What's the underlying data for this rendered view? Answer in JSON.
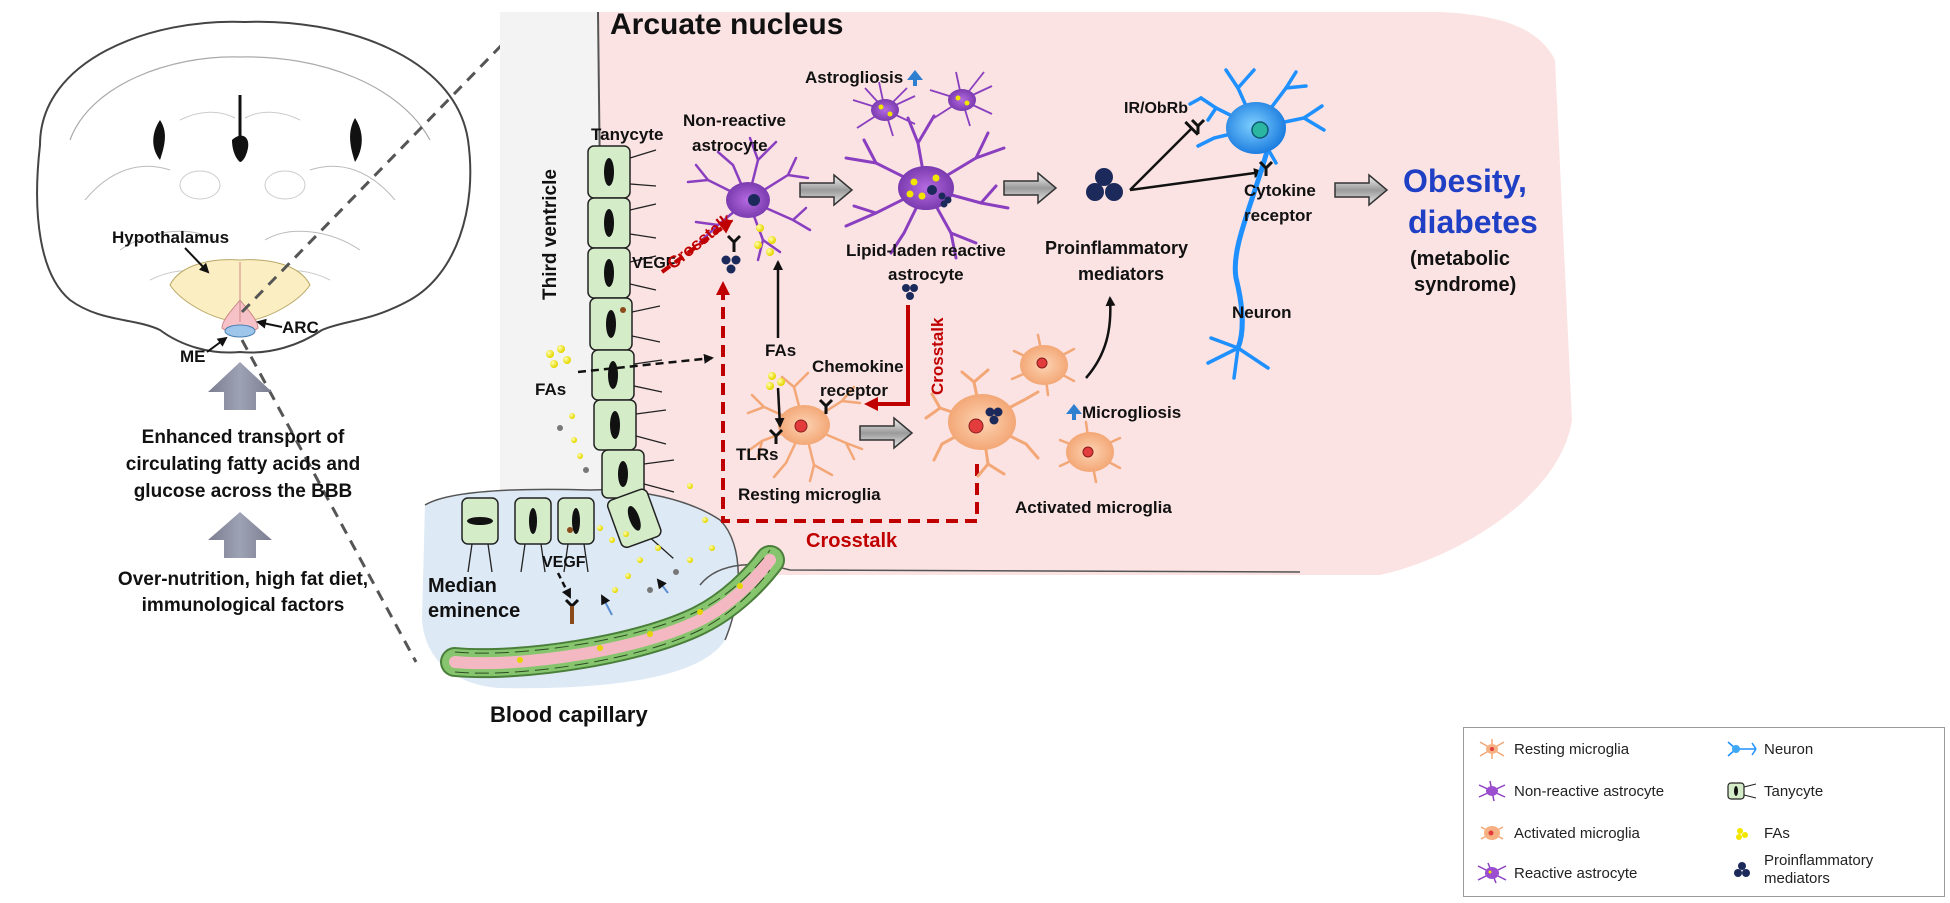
{
  "title": "Arcuate nucleus",
  "brain": {
    "hypothalamus": "Hypothalamus",
    "arc": "ARC",
    "me": "ME"
  },
  "left_flow": {
    "step1": [
      "Enhanced transport of",
      "circulating fatty acids and",
      "glucose across the BBB"
    ],
    "step2": [
      "Over-nutrition, high fat diet,",
      "immunological factors"
    ]
  },
  "labels": {
    "third_ventricle": "Third ventricle",
    "tanycyte": "Tanycyte",
    "vegf_upper": "VEGF",
    "vegf_lower": "VEGF",
    "fas_left": "FAs",
    "fas_center": "FAs",
    "tlrs": "TLRs",
    "median_eminence": [
      "Median",
      "eminence"
    ],
    "blood_capillary": "Blood capillary",
    "non_reactive_astrocyte": [
      "Non-reactive",
      "astrocyte"
    ],
    "astrogliosis": "Astrogliosis",
    "lipid_laden_astrocyte": [
      "Lipid-laden reactive",
      "astrocyte"
    ],
    "proinflammatory_mediators": [
      "Proinflammatory",
      "mediators"
    ],
    "ir_obrb": "IR/ObRb",
    "cytokine_receptor": [
      "Cytokine",
      "receptor"
    ],
    "neuron": "Neuron",
    "chemokine_receptor": [
      "Chemokine",
      "receptor"
    ],
    "resting_microglia": "Resting microglia",
    "activated_microglia": "Activated microglia",
    "microgliosis": "Microgliosis",
    "crosstalk_1": "Crosstalk",
    "crosstalk_2": "Crosstalk",
    "crosstalk_3": "Crosstalk"
  },
  "outcome": {
    "line1": "Obesity,",
    "line2": "diabetes",
    "line3": "(metabolic",
    "line4": "syndrome)"
  },
  "legend": {
    "resting_microglia": "Resting microglia",
    "neuron": "Neuron",
    "non_reactive_astrocyte": "Non-reactive astrocyte",
    "tanycyte": "Tanycyte",
    "activated_microglia": "Activated microglia",
    "fas": "FAs",
    "reactive_astrocyte": "Reactive astrocyte",
    "proinflammatory_mediators": "Proinflammatory mediators"
  },
  "colors": {
    "arcuate_fill": "#fbe3e3",
    "median_eminence_fill": "#dde9f5",
    "hypothalamus_fill": "#fbeec2",
    "tanycyte_fill": "#d5ecc9",
    "crosstalk": "#c00000",
    "outcome_blue": "#1f3fc4",
    "astrocyte": "#8a3fc0",
    "microglia": "#f6b183",
    "neuron": "#1e90ff",
    "fatty_acid": "#f2e600",
    "mediator": "#1b2a5a"
  }
}
